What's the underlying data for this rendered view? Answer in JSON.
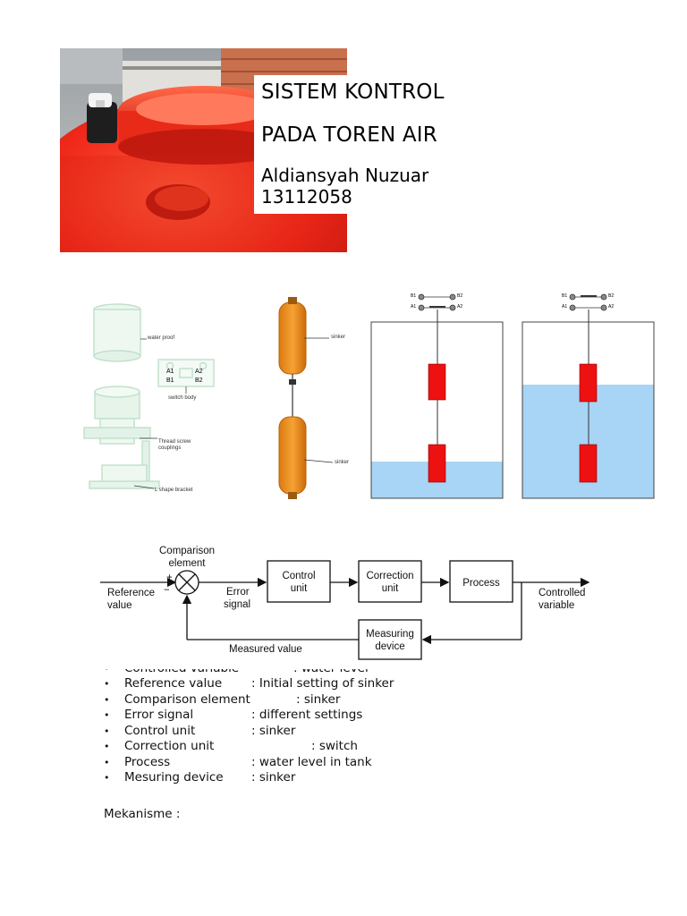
{
  "cover": {
    "title_line1": "SISTEM KONTROL",
    "title_line2": "PADA TOREN AIR",
    "author": "Aldiansyah Nuzuar",
    "student_id": "13112058"
  },
  "figures": {
    "switch_parts": {
      "labels": [
        "water proof",
        "switch body",
        "Thread screw couplings",
        "L shape bracket"
      ],
      "body_marks": [
        "A1",
        "A2",
        "B1",
        "B2"
      ]
    },
    "float_sinkers": {
      "labels": [
        "sinker",
        "sinker"
      ]
    },
    "tanks": {
      "terminals": [
        "B1",
        "B2",
        "A1",
        "A2"
      ],
      "water_color": "#a8d4f5",
      "sinker_color": "#ee1111",
      "left_tank_level": "low",
      "right_tank_level": "high"
    },
    "block_diagram": {
      "comparison_element": [
        "Comparison",
        "element"
      ],
      "plus": "+",
      "minus": "−",
      "reference_value": [
        "Reference",
        "value"
      ],
      "error_signal": [
        "Error",
        "signal"
      ],
      "control_unit": [
        "Control",
        "unit"
      ],
      "correction_unit": [
        "Correction",
        "unit"
      ],
      "process": "Process",
      "controlled_variable": [
        "Controlled",
        "variable"
      ],
      "measuring_device": [
        "Measuring",
        "device"
      ],
      "measured_value": "Measured value"
    }
  },
  "bullets": [
    {
      "name": "Controlled variable",
      "value": ": water level"
    },
    {
      "name": "Reference value",
      "value": ": Initial setting of sinker"
    },
    {
      "name": "Comparison element",
      "value": ": sinker"
    },
    {
      "name": "Error signal",
      "value": ": different settings"
    },
    {
      "name": "Control unit",
      "value": ": sinker"
    },
    {
      "name": "Correction unit",
      "value": ": switch"
    },
    {
      "name": "Process",
      "value": ": water level in tank"
    },
    {
      "name": "Mesuring device",
      "value": ": sinker"
    }
  ],
  "mechanism_label": "Mekanisme :"
}
